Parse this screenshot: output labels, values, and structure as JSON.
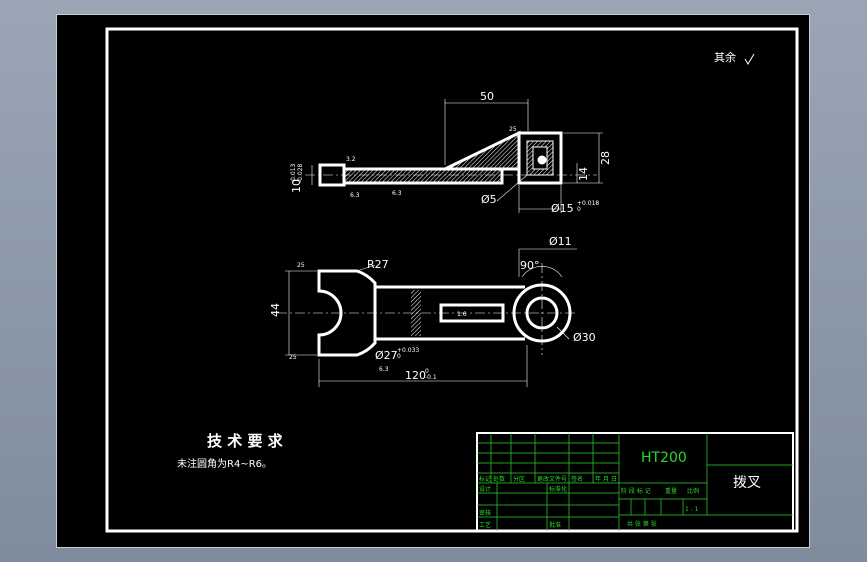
{
  "surface_finish": "其余",
  "top_view": {
    "dim_length": "50",
    "dim_height": "28",
    "dim_inner": "14",
    "dim_hole": "Ø5",
    "dim_bore": "Ø15",
    "dim_bore_tol": "+0.018",
    "dim_bore_tol_low": "0",
    "dim_left": "10",
    "dim_left_tol": "-0.013",
    "dim_left_tol_low": "-0.028",
    "rough_1": "3.2",
    "rough_2": "6.3",
    "rough_3": "6.3",
    "rough_4": "25"
  },
  "front_view": {
    "dim_r27": "R27",
    "dim_d11": "Ø11",
    "dim_angle": "90°",
    "dim_44": "44",
    "dim_d27": "Ø27",
    "dim_d27_tol": "+0.033",
    "dim_d27_tol_low": "0",
    "dim_d30": "Ø30",
    "dim_120": "120",
    "dim_120_tol": "0",
    "dim_120_tol_low": "-0.1",
    "rough_1": "25",
    "rough_2": "25",
    "rough_3": "6.3",
    "rough_4": "1.6"
  },
  "tech_req": {
    "title": "技 术 要 求",
    "line1": "未注圆角为R4~R6。"
  },
  "title_block": {
    "material": "HT200",
    "part_name": "拨叉",
    "row_labels": [
      "标记",
      "处数",
      "分区",
      "更改文件号",
      "签名",
      "年 月 日"
    ],
    "design": "设计",
    "standard": "标准化",
    "review": "审核",
    "process": "工艺",
    "approve": "批准",
    "stage_labels": [
      "阶 段 标 记",
      "重量",
      "比例"
    ],
    "scale": "1 : 1",
    "sheet": "共   张   第   张"
  }
}
